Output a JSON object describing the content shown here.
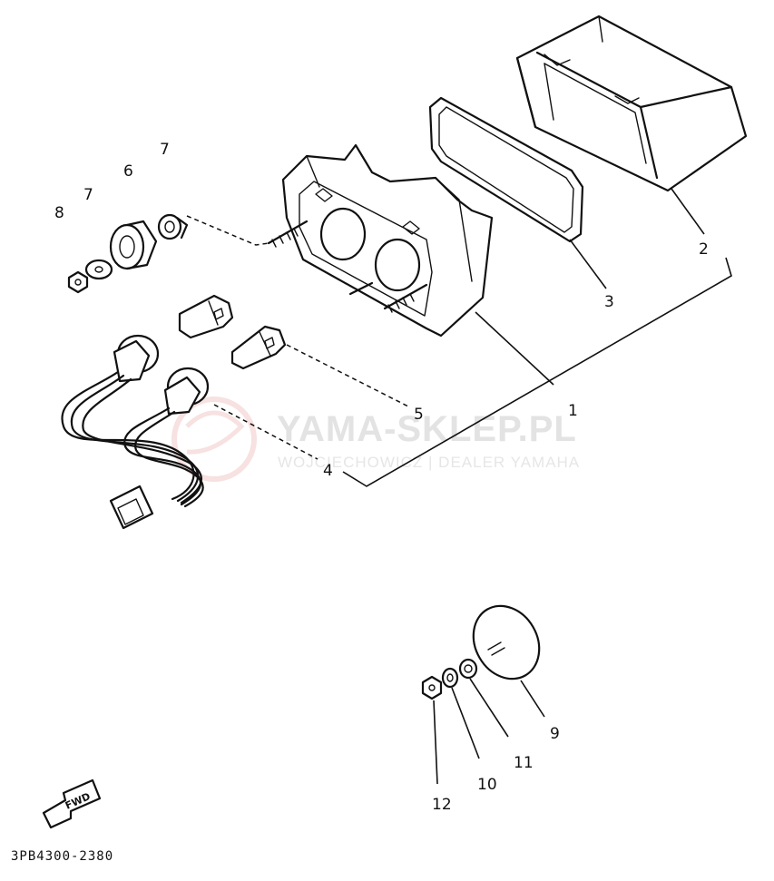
{
  "diagram": {
    "part_code": "3PB4300-2380",
    "direction_label": "FWD",
    "callouts": [
      "1",
      "2",
      "3",
      "4",
      "5",
      "6",
      "7",
      "7",
      "8",
      "9",
      "10",
      "11",
      "12"
    ]
  },
  "watermark": {
    "title": "YAMA-SKLEP.PL",
    "subtitle": "WOJCIECHOWICZ | DEALER YAMAHA"
  },
  "colors": {
    "ink": "#111111",
    "watermark": "#e3e3e3",
    "watermark_logo": "#f2c9c9"
  }
}
